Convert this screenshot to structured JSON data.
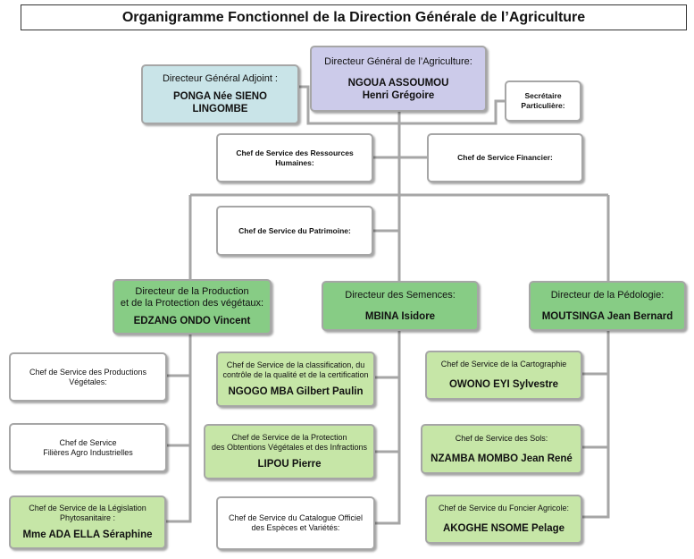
{
  "title": "Organigramme Fonctionnel de la Direction Générale de l’Agriculture",
  "colors": {
    "blue_box": "#c9e4e8",
    "purple_box": "#cccbea",
    "green_director": "#87cc85",
    "green_service": "#c6e6a7",
    "connector": "#a6a6a6"
  },
  "nodes": {
    "dg": {
      "role": "Directeur Général de l’Agriculture:",
      "name1": "NGOUA  ASSOUMOU",
      "name2": "Henri Grégoire"
    },
    "dga": {
      "role": "Directeur Général Adjoint :",
      "name1": "PONGA  Née SIENO",
      "name2": "LINGOMBE"
    },
    "secretary": {
      "role1": "Secrétaire",
      "role2": "Particulière:"
    },
    "rh": {
      "role1": "Chef de Service des Ressources",
      "role2": "Humaines:"
    },
    "finance": {
      "role": "Chef de Service Financier:"
    },
    "patrimoine": {
      "role": "Chef de Service du Patrimoine:"
    },
    "dir_production": {
      "role1": "Directeur de la Production",
      "role2": "et de la Protection des végétaux:",
      "name": "EDZANG  ONDO Vincent"
    },
    "dir_semences": {
      "role": "Directeur des Semences:",
      "name": "MBINA  Isidore"
    },
    "dir_pedologie": {
      "role": "Directeur de la Pédologie:",
      "name": "MOUTSINGA  Jean Bernard"
    },
    "prod_vegetales": {
      "role1": "Chef de Service des Productions",
      "role2": "Végétales:"
    },
    "filieres": {
      "role1": "Chef de Service",
      "role2": "Filières Agro Industrielles"
    },
    "legislation": {
      "role1": "Chef de Service de la Législation",
      "role2": "Phytosanitaire :",
      "name": "Mme ADA  ELLA  Séraphine"
    },
    "classification": {
      "role1": "Chef de Service de la classification, du",
      "role2": "contrôle de la qualité et de la certification",
      "name": "NGOGO  MBA  Gilbert Paulin"
    },
    "protection_obtentions": {
      "role1": "Chef de Service de la Protection",
      "role2": "des Obtentions Végétales et des Infractions",
      "name": "LIPOU  Pierre"
    },
    "catalogue": {
      "role1": "Chef de Service du Catalogue Officiel",
      "role2": "des Espèces et Variétés:"
    },
    "cartographie": {
      "role": "Chef de Service de la Cartographie",
      "name": "OWONO EYI  Sylvestre"
    },
    "sols": {
      "role": "Chef de Service des Sols:",
      "name": "NZAMBA  MOMBO  Jean René"
    },
    "foncier": {
      "role": "Chef de Service du Foncier Agricole:",
      "name": "AKOGHE   NSOME  Pelage"
    }
  }
}
